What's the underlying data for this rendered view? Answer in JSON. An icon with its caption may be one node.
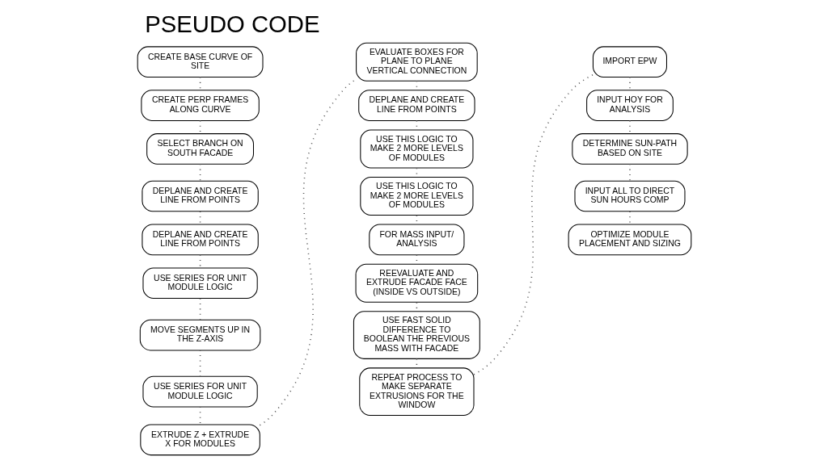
{
  "diagram": {
    "title": "PSEUDO CODE",
    "nodes": [
      {
        "text": [
          "CREATE BASE CURVE OF SITE"
        ]
      },
      {
        "text": [
          "CREATE PERP FRAMES ALONG CURVE"
        ]
      },
      {
        "text": [
          "SELECT BRANCH ON SOUTH FACADE"
        ]
      },
      {
        "text": [
          "DEPLANE AND CREATE LINE FROM POINTS"
        ]
      },
      {
        "text": [
          "DEPLANE AND CREATE LINE FROM POINTS"
        ]
      },
      {
        "text": [
          "USE SERIES FOR UNIT MODULE LOGIC"
        ]
      },
      {
        "text": [
          "MOVE SEGMENTS UP IN THE Z-AXIS"
        ]
      },
      {
        "text": [
          "USE SERIES FOR UNIT MODULE LOGIC"
        ]
      },
      {
        "text": [
          "EXTRUDE Z + EXTRUDE X FOR MODULES"
        ]
      },
      {
        "text": [
          "EVALUATE BOXES FOR PLANE TO PLANE VERTICAL CONNECTION"
        ]
      },
      {
        "text": [
          "DEPLANE AND CREATE LINE FROM POINTS"
        ]
      },
      {
        "text": [
          "USE THIS LOGIC TO MAKE 2 MORE LEVELS OF MODULES"
        ]
      },
      {
        "text": [
          "USE THIS LOGIC TO MAKE 2 MORE LEVELS OF MODULES"
        ]
      },
      {
        "text": [
          "FOR MASS INPUT/ ANALYSIS"
        ]
      },
      {
        "text": [
          "REEVALUATE AND EXTRUDE FACADE FACE (INSIDE VS OUTSIDE)"
        ]
      },
      {
        "text": [
          "USE FAST SOLID DIFFERENCE TO BOOLEAN THE PREVIOUS MASS WITH FACADE"
        ]
      },
      {
        "text": [
          "REPEAT PROCESS TO MAKE SEPARATE EXTRUSIONS FOR THE WINDOW"
        ]
      },
      {
        "text": [
          "IMPORT EPW"
        ]
      },
      {
        "text": [
          "INPUT HOY FOR ANALYSIS"
        ]
      },
      {
        "text": [
          "DETERMINE SUN-PATH BASED ON SITE"
        ]
      },
      {
        "text": [
          "INPUT ALL TO DIRECT SUN HOURS COMP"
        ]
      },
      {
        "text": [
          "OPTIMIZE MODULE PLACEMENT AND SIZING"
        ]
      }
    ],
    "edges": [
      {
        "from": 0,
        "to": 1,
        "arrow": "none",
        "style": "dashed"
      },
      {
        "from": 1,
        "to": 2,
        "arrow": "none",
        "style": "dashed"
      },
      {
        "from": 2,
        "to": 3,
        "arrow": "none",
        "style": "dashed"
      },
      {
        "from": 3,
        "to": 4,
        "arrow": "none",
        "style": "dashed"
      },
      {
        "from": 4,
        "to": 5,
        "arrow": "none",
        "style": "dashed"
      },
      {
        "from": 5,
        "to": 6,
        "arrow": "none",
        "style": "dashed"
      },
      {
        "from": 6,
        "to": 7,
        "arrow": "none",
        "style": "dashed"
      },
      {
        "from": 7,
        "to": 8,
        "arrow": "none",
        "style": "dashed"
      },
      {
        "from": 8,
        "to": 9,
        "arrow": "none",
        "style": "dashed"
      },
      {
        "from": 9,
        "to": 10,
        "arrow": "none",
        "style": "dashed"
      },
      {
        "from": 10,
        "to": 11,
        "arrow": "none",
        "style": "dashed"
      },
      {
        "from": 11,
        "to": 12,
        "arrow": "none",
        "style": "dashed"
      },
      {
        "from": 12,
        "to": 13,
        "arrow": "none",
        "style": "dashed"
      },
      {
        "from": 13,
        "to": 14,
        "arrow": "none",
        "style": "dashed"
      },
      {
        "from": 14,
        "to": 15,
        "arrow": "none",
        "style": "dashed"
      },
      {
        "from": 15,
        "to": 16,
        "arrow": "none",
        "style": "dashed"
      },
      {
        "from": 16,
        "to": 17,
        "arrow": "none",
        "style": "dashed"
      },
      {
        "from": 17,
        "to": 18,
        "arrow": "none",
        "style": "dashed"
      },
      {
        "from": 18,
        "to": 19,
        "arrow": "none",
        "style": "dashed"
      },
      {
        "from": 19,
        "to": 20,
        "arrow": "none",
        "style": "dashed"
      },
      {
        "from": 20,
        "to": 21,
        "arrow": "none",
        "style": "dashed"
      }
    ]
  }
}
